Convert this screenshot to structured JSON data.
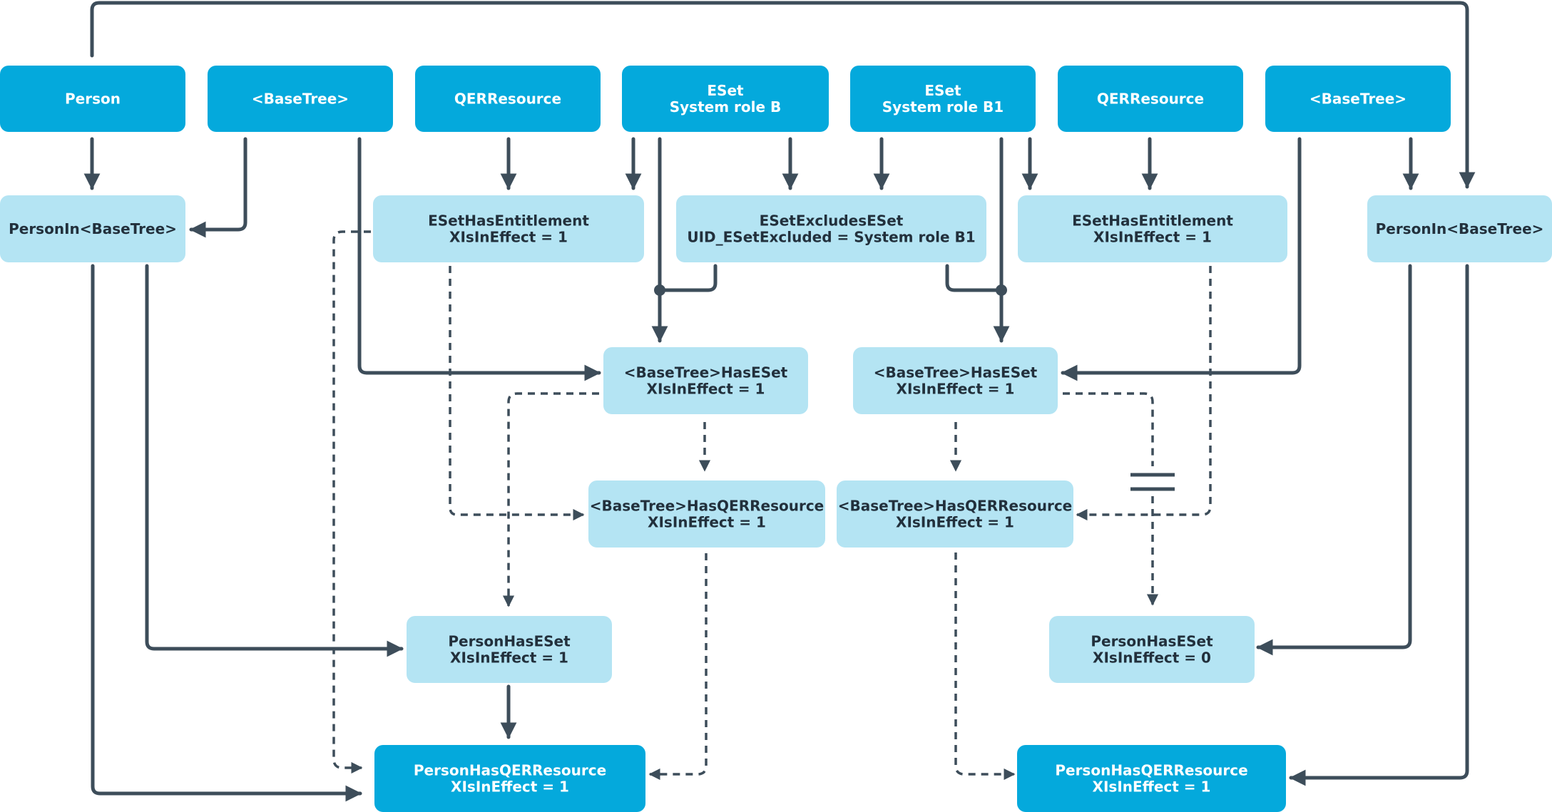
{
  "colors": {
    "dark_box": "#04a9dc",
    "light_box": "#b4e4f3",
    "dark_text": "#ffffff",
    "light_text": "#22303c",
    "connector": "#3d4d5a"
  },
  "nodes": {
    "person_top": {
      "lines": [
        "Person"
      ],
      "style": "dark"
    },
    "basetree_top_left": {
      "lines": [
        "<BaseTree>"
      ],
      "style": "dark"
    },
    "qerresource_top_left": {
      "lines": [
        "QERResource"
      ],
      "style": "dark"
    },
    "eset_role_b": {
      "lines": [
        "ESet",
        "System role B"
      ],
      "style": "dark"
    },
    "eset_role_b1": {
      "lines": [
        "ESet",
        "System role B1"
      ],
      "style": "dark"
    },
    "qerresource_top_right": {
      "lines": [
        "QERResource"
      ],
      "style": "dark"
    },
    "basetree_top_right": {
      "lines": [
        "<BaseTree>"
      ],
      "style": "dark"
    },
    "person_in_basetree_left": {
      "lines": [
        "PersonIn<BaseTree>"
      ],
      "style": "light"
    },
    "eset_has_entitlement_left": {
      "lines": [
        "ESetHasEntitlement",
        "XIsInEffect = 1"
      ],
      "style": "light"
    },
    "eset_excludes_eset": {
      "lines": [
        "ESetExcludesESet",
        "UID_ESetExcluded = System role B1"
      ],
      "style": "light"
    },
    "eset_has_entitlement_right": {
      "lines": [
        "ESetHasEntitlement",
        "XIsInEffect = 1"
      ],
      "style": "light"
    },
    "person_in_basetree_right": {
      "lines": [
        "PersonIn<BaseTree>"
      ],
      "style": "light"
    },
    "basetree_has_eset_left": {
      "lines": [
        "<BaseTree>HasESet",
        "XIsInEffect = 1"
      ],
      "style": "light"
    },
    "basetree_has_eset_right": {
      "lines": [
        "<BaseTree>HasESet",
        "XIsInEffect = 1"
      ],
      "style": "light"
    },
    "basetree_has_qer_left": {
      "lines": [
        "<BaseTree>HasQERResource",
        "XIsInEffect = 1"
      ],
      "style": "light"
    },
    "basetree_has_qer_right": {
      "lines": [
        "<BaseTree>HasQERResource",
        "XIsInEffect = 1"
      ],
      "style": "light"
    },
    "person_has_eset_left": {
      "lines": [
        "PersonHasESet",
        "XIsInEffect = 1"
      ],
      "style": "light"
    },
    "person_has_eset_right": {
      "lines": [
        "PersonHasESet",
        "XIsInEffect = 0"
      ],
      "style": "light"
    },
    "person_has_qer_left": {
      "lines": [
        "PersonHasQERResource",
        "XIsInEffect = 1"
      ],
      "style": "dark"
    },
    "person_has_qer_right": {
      "lines": [
        "PersonHasQERResource",
        "XIsInEffect = 1"
      ],
      "style": "dark"
    }
  }
}
